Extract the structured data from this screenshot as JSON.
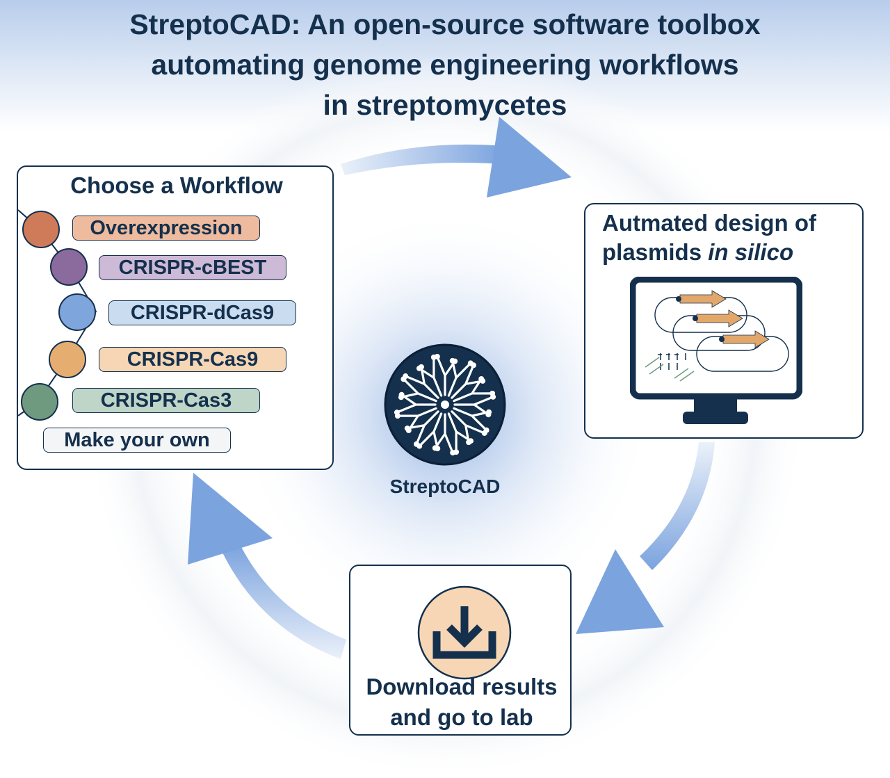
{
  "title": {
    "line1": "StreptoCAD: An open-source software toolbox",
    "line2": "automating genome engineering workflows",
    "line3": "in streptomycetes"
  },
  "workflow_panel": {
    "heading": "Choose a Workflow",
    "items": [
      {
        "label": "Overexpression",
        "dot_color": "#cf7b59",
        "pill_color": "#eebb9f"
      },
      {
        "label": "CRISPR-cBEST",
        "dot_color": "#8b6a9e",
        "pill_color": "#cdbad6"
      },
      {
        "label": "CRISPR-dCas9",
        "dot_color": "#7fa6dc",
        "pill_color": "#c9dcf0"
      },
      {
        "label": "CRISPR-Cas9",
        "dot_color": "#e6ad71",
        "pill_color": "#f6d6b5"
      },
      {
        "label": "CRISPR-Cas3",
        "dot_color": "#6f9a80",
        "pill_color": "#bfd5c7"
      },
      {
        "label": "Make your own",
        "dot_color": "",
        "pill_color": "#f4f5f7"
      }
    ]
  },
  "design_panel": {
    "heading_line1": "Autmated design of",
    "heading_line2_prefix": "plasmids ",
    "heading_line2_italic": "in silico"
  },
  "download_panel": {
    "heading_line1": "Download results",
    "heading_line2": "and go to lab",
    "icon": "download-tray-icon"
  },
  "center": {
    "label": "StreptoCAD",
    "icon": "circuit-tree-logo"
  },
  "colors": {
    "navy": "#14304d",
    "arrow_blue": "#7ba3de",
    "header_blue": "#c9d8ee",
    "arrow_orange": "#e3a76a"
  }
}
